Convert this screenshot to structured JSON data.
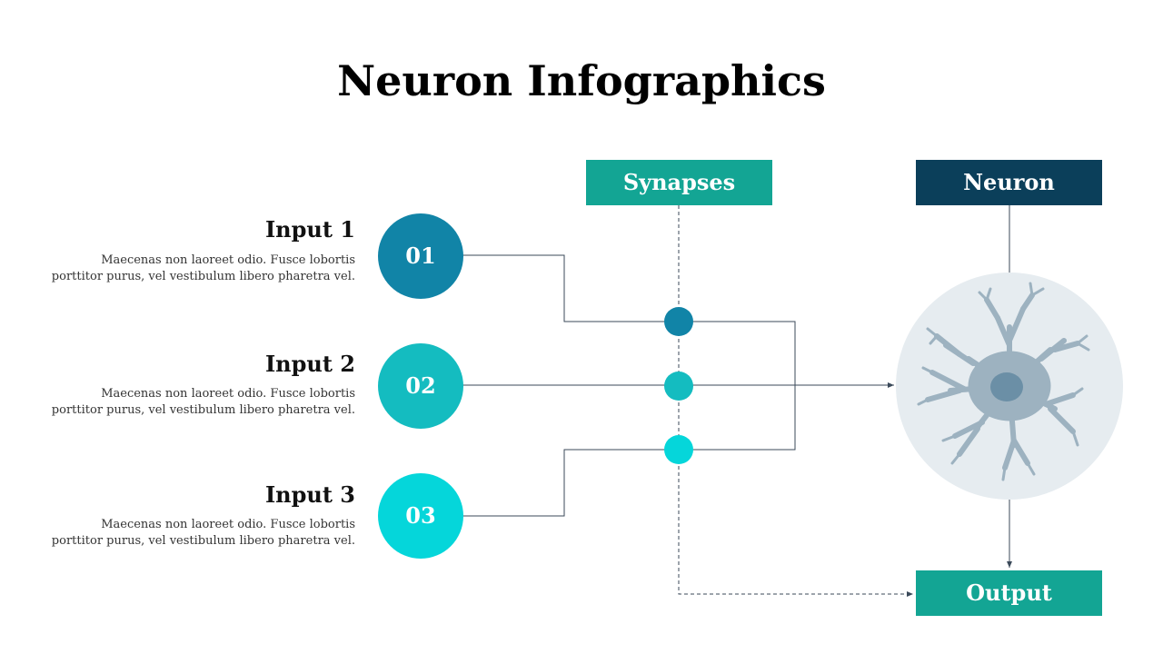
{
  "title": "Neuron Infographics",
  "labels": {
    "synapses": "Synapses",
    "neuron": "Neuron",
    "output": "Output"
  },
  "inputs": [
    {
      "number": "01",
      "title": "Input 1",
      "description": "Maecenas non laoreet odio. Fusce lobortis porttitor purus, vel vestibulum libero pharetra vel."
    },
    {
      "number": "02",
      "title": "Input 2",
      "description": "Maecenas non laoreet odio. Fusce lobortis porttitor purus, vel vestibulum libero pharetra vel."
    },
    {
      "number": "03",
      "title": "Input 3",
      "description": "Maecenas non laoreet odio. Fusce lobortis porttitor purus, vel vestibulum libero pharetra vel."
    }
  ],
  "colors": {
    "input_1": "#1184a7",
    "input_2": "#14bcc0",
    "input_3": "#05d6da",
    "synapses_box": "#13a594",
    "neuron_box": "#0b3f5a",
    "output_box": "#13a594",
    "line": "#3b4a5a",
    "neuron_circle": "#e6ecf0",
    "neuron_cell": "#9db2c0",
    "nucleus": "#6b8fa6"
  },
  "icons": {
    "neuron": "neuron-cell-icon"
  }
}
